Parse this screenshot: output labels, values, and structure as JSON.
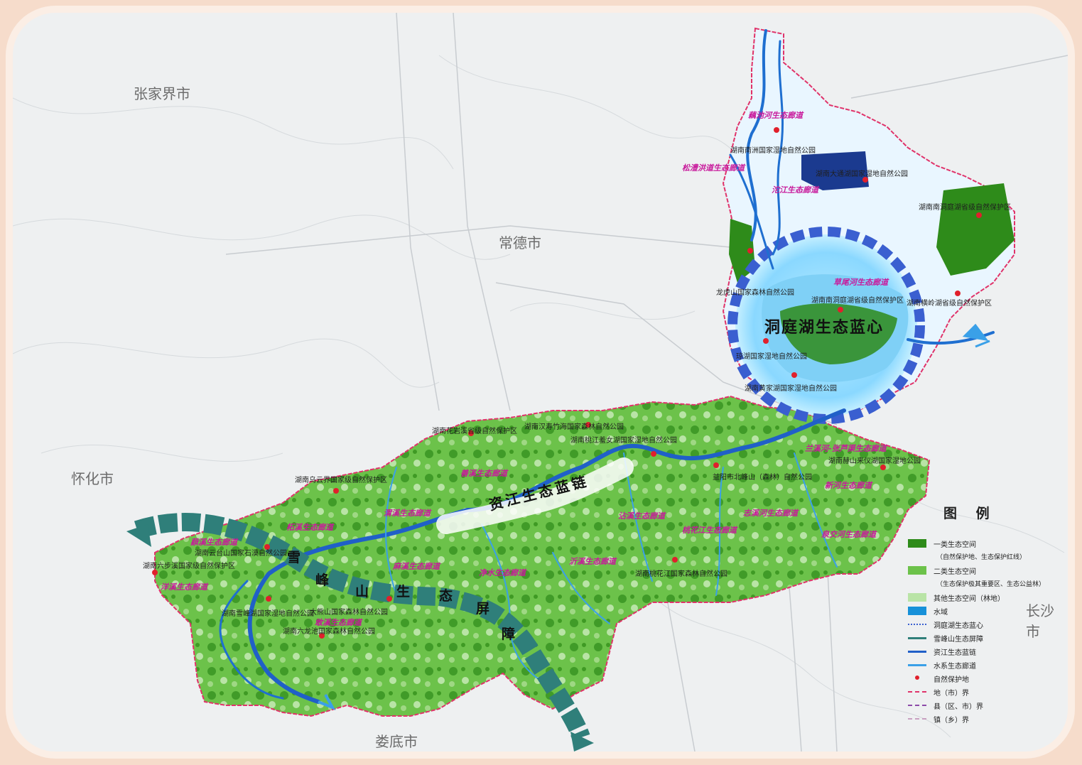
{
  "cities": {
    "zhangjiajie": "张家界市",
    "changde": "常德市",
    "huaihua": "怀化市",
    "loudi": "娄底市",
    "changsha": "长沙市"
  },
  "headline": {
    "lake": "洞庭湖生态蓝心",
    "river": "资江生态蓝链",
    "mountain": [
      "雪",
      "峰",
      "山",
      "生",
      "态",
      "屏",
      "障"
    ]
  },
  "corridors": [
    "藕池河生态廊道",
    "松澧洪道生态廊道",
    "沱江生态廊道",
    "草尾河生态廊道",
    "兰溪河-张芦渠生态廊道",
    "新河生态廊道",
    "善溪生态廊道",
    "柘溪生态廊道",
    "渭溪生态廊道",
    "沾溪生态廊道",
    "志溪河生态廊道",
    "桃花江生态廊道",
    "泉交河生态廊道",
    "沂溪生态廊道",
    "麻溪生态廊道",
    "净水生态廊道",
    "蕻溪生态廊道",
    "洋溪生态廊道",
    "敢溪生态廊道"
  ],
  "reserves": [
    "湖南南洲国家湿地自然公园",
    "湖南大通湖国家湿地自然公园",
    "湖南南洞庭湖省级自然保护区",
    "龙虎山国家森林自然公园",
    "湖南南洞庭湖省级自然保护区",
    "湖南横岭湖省级自然保护区",
    "琼湖国家湿地自然公园",
    "湖南黄家湖国家湿地自然公园",
    "湖南花岩溪省级自然保护区",
    "湖南汉寿竹海国家森林自然公园",
    "湖南桃江羞女湖国家湿地自然公园",
    "湖南赫山来仪湖国家湿地公园",
    "益阳市北峰山（森林）自然公园",
    "湖南乌云界国家级自然保护区",
    "湖南云台山国家石漠自然公园",
    "湖南六步溪国家级自然保护区",
    "湖南桃花江国家森林自然公园",
    "湖南雪峰湖国家湿地自然公园",
    "大熊山国家森林自然公园",
    "湖南六龙池国家森林自然公园"
  ],
  "legend": {
    "title": "图  例",
    "items": [
      {
        "label": "一类生态空间",
        "sub": "（自然保护地、生态保护红线）",
        "color": "#2e8b1a"
      },
      {
        "label": "二类生态空间",
        "sub": "（生态保护极其重要区、生态公益林）",
        "color": "#6cc24a"
      },
      {
        "label": "其他生态空间（林地）",
        "sub": "",
        "color": "#b9e4a6"
      },
      {
        "label": "水域",
        "sub": "",
        "color": "#1791d9"
      },
      {
        "label": "洞庭湖生态蓝心",
        "sub": "",
        "color": "#3a5fd0"
      },
      {
        "label": "雪峰山生态屏障",
        "sub": "",
        "color": "#2f7f7a"
      },
      {
        "label": "资江生态蓝链",
        "sub": "",
        "color": "#2060c8"
      },
      {
        "label": "水系生态廊道",
        "sub": "",
        "color": "#3aa0e8"
      },
      {
        "label": "自然保护地",
        "sub": "",
        "color": "#e0202c"
      },
      {
        "label": "地（市）界",
        "sub": "",
        "color": "#e0336a"
      },
      {
        "label": "县（区、市）界",
        "sub": "",
        "color": "#8c4aa8"
      },
      {
        "label": "镇（乡）界",
        "sub": "",
        "color": "#c8a0c0"
      }
    ]
  }
}
